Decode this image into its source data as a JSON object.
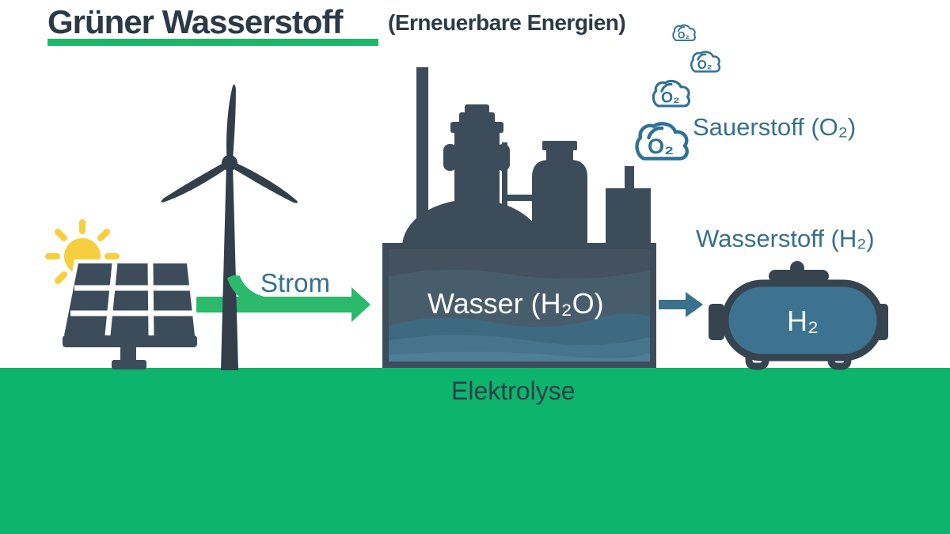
{
  "header": {
    "title": "Grüner Wasserstoff",
    "subtitle": "(Erneuerbare Energien)"
  },
  "diagram": {
    "strom_label": "Strom",
    "wasser_label": "Wasser (H₂O)",
    "sauerstoff_label": "Sauerstoff (O₂)",
    "wasserstoff_label": "Wasserstoff (H₂)",
    "elektrolyse_label": "Elektrolyse",
    "tank_label": "H₂",
    "cloud_label": "O₂"
  },
  "icons": [
    {
      "name": "sun-icon"
    },
    {
      "name": "solar-panel-icon"
    },
    {
      "name": "wind-turbine-icon"
    },
    {
      "name": "factory-electrolysis-icon"
    },
    {
      "name": "oxygen-cloud-icon"
    },
    {
      "name": "hydrogen-tank-icon"
    }
  ],
  "colors": {
    "slate_silhouette": "#3d4c5a",
    "slate_dark": "#36444f",
    "title_text": "#2c3a47",
    "ground_green": "#0cb46c",
    "arrow_green": "#2bb96b",
    "underline_green": "#1db768",
    "steel_text": "#35708e",
    "cloud_outline": "#2d7195",
    "tank_fill": "#3d7390",
    "sun_yellow": "#f6cf3f",
    "water_base": "#44525f",
    "water_wave_mid": "#3d6a81",
    "water_wave_light": "#45748c",
    "water_wave_lightest": "#4f7e96"
  }
}
